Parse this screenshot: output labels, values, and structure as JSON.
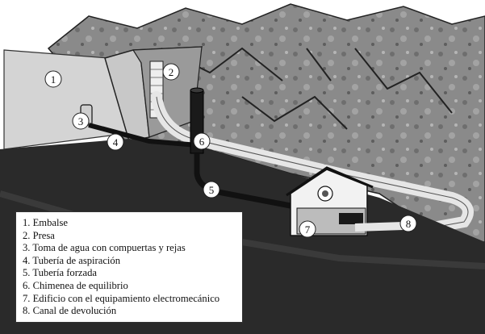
{
  "markers": [
    {
      "id": "1",
      "label": "1"
    },
    {
      "id": "2",
      "label": "2"
    },
    {
      "id": "3",
      "label": "3"
    },
    {
      "id": "4",
      "label": "4"
    },
    {
      "id": "5",
      "label": "5"
    },
    {
      "id": "6",
      "label": "6"
    },
    {
      "id": "7",
      "label": "7"
    },
    {
      "id": "8",
      "label": "8"
    }
  ],
  "legend": {
    "items": [
      "1. Embalse",
      "2. Presa",
      "3. Toma de agua con compuertas y rejas",
      "4. Tubería de aspiración",
      "5. Tubería forzada",
      "6. Chimenea de equilibrio",
      "7. Edificio con el equipamiento electromecánico",
      "8. Canal de devolución"
    ]
  }
}
